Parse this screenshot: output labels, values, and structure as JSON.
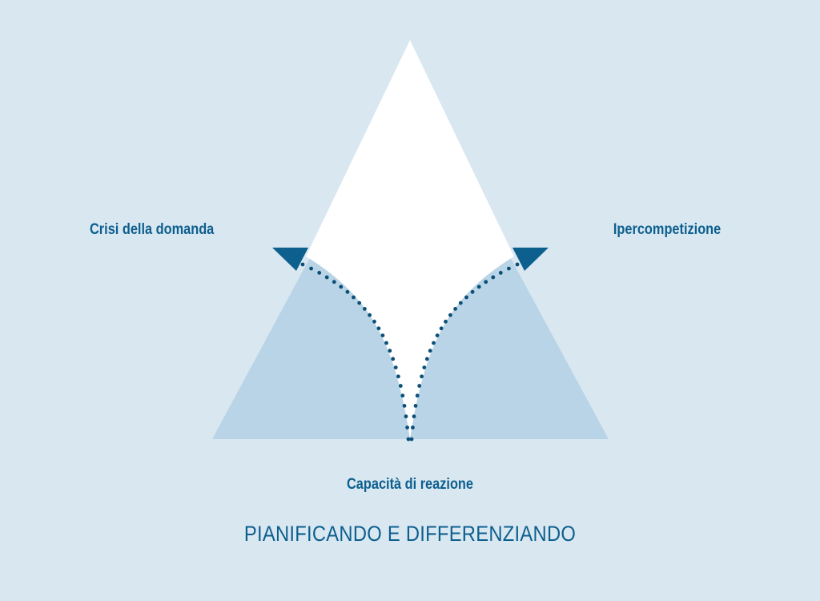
{
  "colors": {
    "background": "#d9e7f1",
    "lower_triangle": "#b8d4e6",
    "upper_triangle": "#ffffff",
    "accent": "#0d5f8e",
    "dots": "#0b4f76"
  },
  "labels": {
    "left": "Crisi della domanda",
    "right": "Ipercompetizione",
    "bottom": "Capacità di reazione"
  },
  "caption": "PIANIFICANDO E DIFFERENZIANDO"
}
